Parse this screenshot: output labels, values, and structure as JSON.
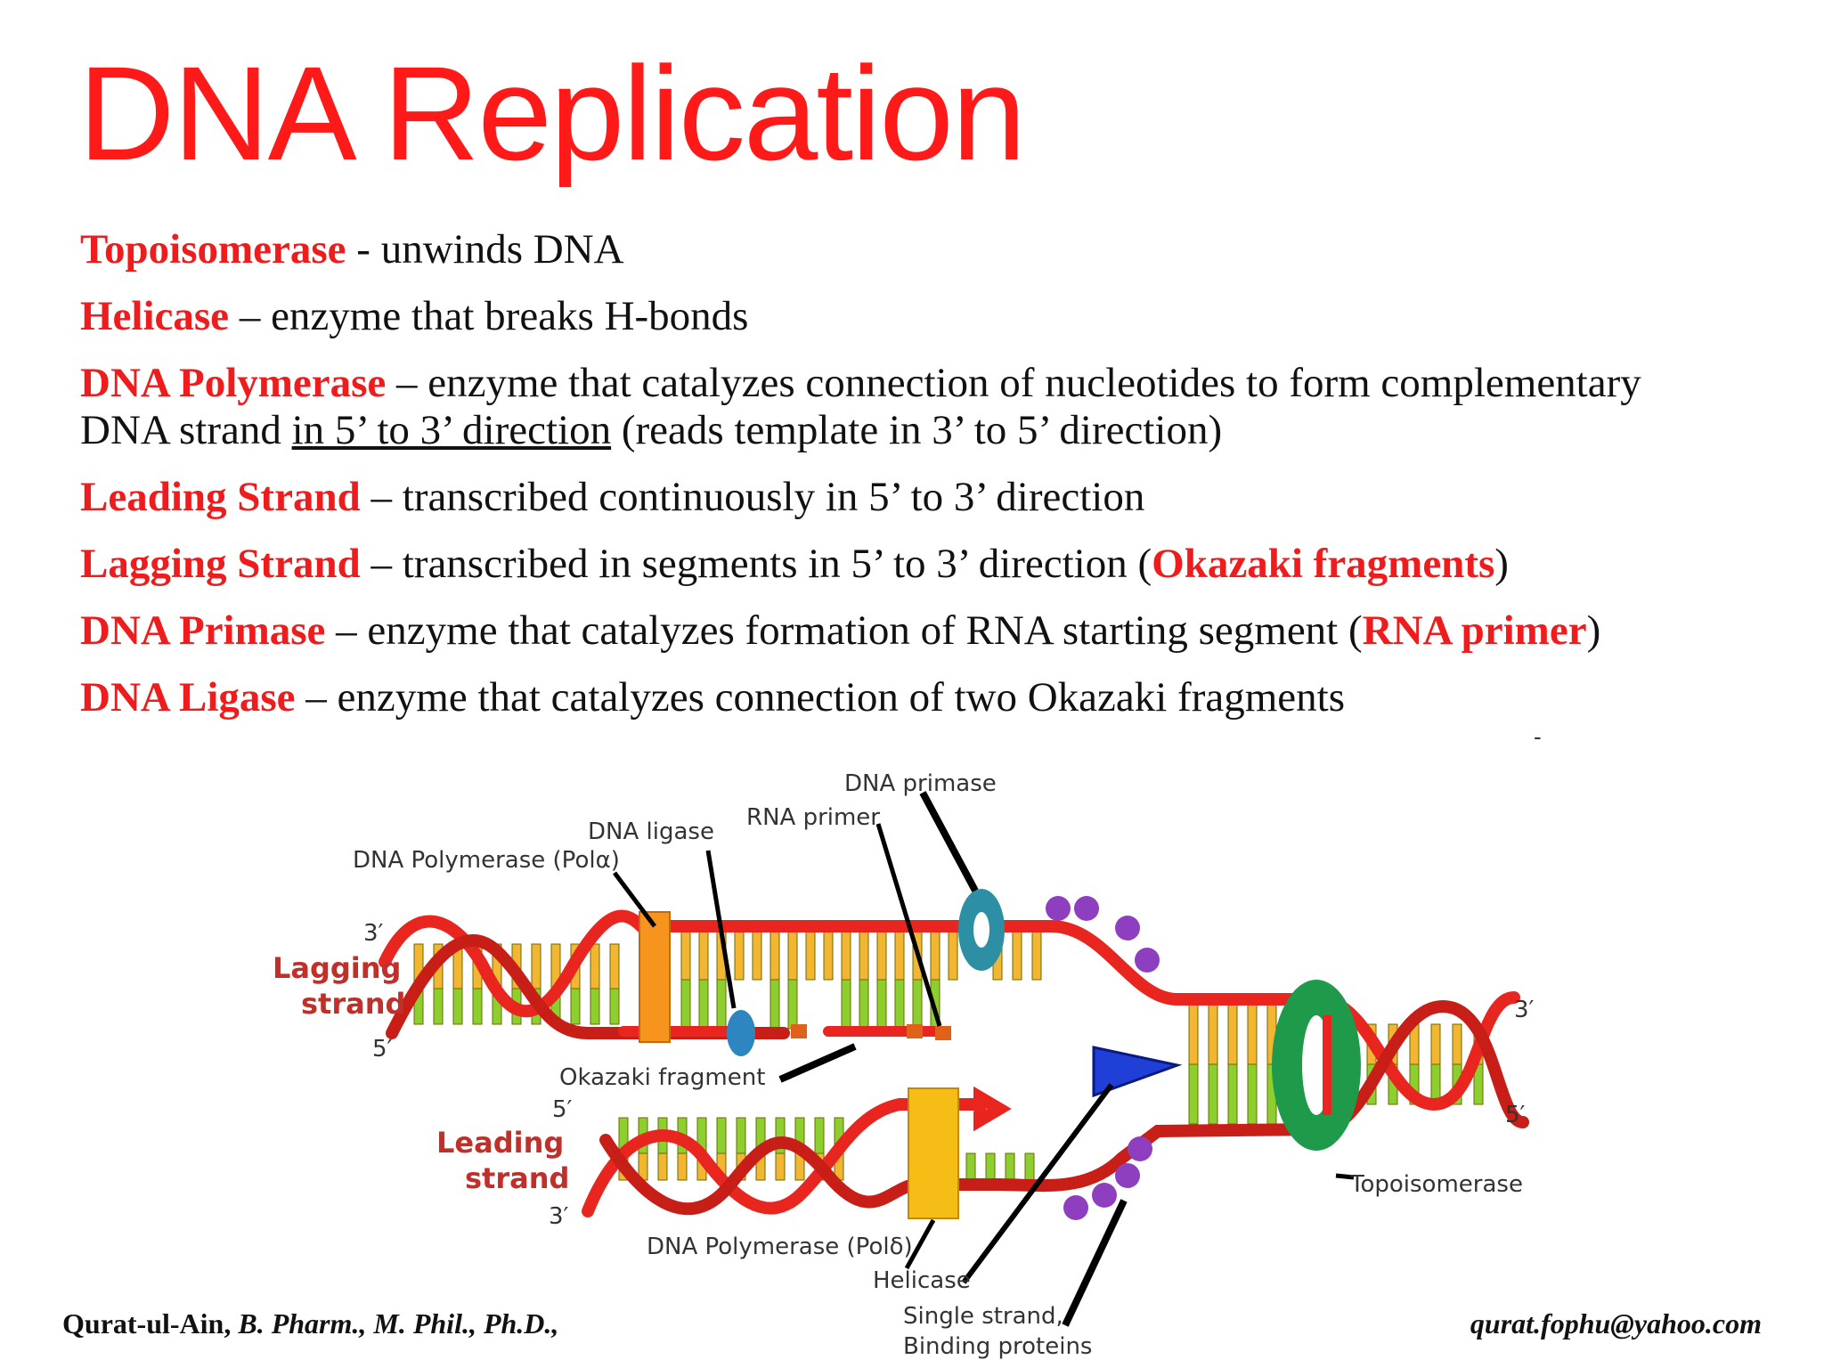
{
  "title": "DNA Replication",
  "definitions": [
    {
      "term": "Topoisomerase",
      "text": " - unwinds DNA"
    },
    {
      "term": "Helicase",
      "text": " – enzyme that breaks H-bonds"
    },
    {
      "term": "DNA Polymerase",
      "text": " – enzyme that catalyzes connection of nucleotides to form complementary",
      "line2_pre": "DNA strand ",
      "line2_u": "in 5’ to 3’ direction",
      "line2_post": " (reads template in 3’ to 5’ direction)"
    },
    {
      "term": "Leading Strand",
      "text": " – transcribed continuously in 5’ to 3’ direction"
    },
    {
      "term": "Lagging Strand",
      "text": " – transcribed in segments in 5’ to 3’ direction (",
      "term2": "Okazaki fragments",
      "text2": ")"
    },
    {
      "term": "DNA Primase",
      "text": " – enzyme that catalyzes formation of RNA starting segment (",
      "term2": "RNA primer",
      "text2": ")"
    },
    {
      "term": "DNA Ligase",
      "text": " – enzyme that catalyzes connection of two Okazaki fragments"
    }
  ],
  "stray_mark": "-",
  "diagram": {
    "labels": {
      "dna_primase": "DNA primase",
      "rna_primer": "RNA primer",
      "dna_ligase": "DNA ligase",
      "pol_alpha": "DNA Polymerase (Polα)",
      "okazaki": "Okazaki fragment",
      "pol_delta": "DNA Polymerase (Polδ)",
      "helicase": "Helicase",
      "ssb_line1": "Single strand,",
      "ssb_line2": "Binding proteins",
      "topoisomerase": "Topoisomerase",
      "lagging_line1": "Lagging",
      "lagging_line2": "strand",
      "leading_line1": "Leading",
      "leading_line2": "strand",
      "three_prime": "3′",
      "five_prime": "5′"
    },
    "colors": {
      "backbone": "#e8251f",
      "base_yellow": "#f2b632",
      "base_green": "#8ccf2e",
      "polymerase_orange": "#f7941d",
      "polymerase_yellow": "#f6bd16",
      "primase_teal": "#2d8fa3",
      "ligase_blue": "#2e86c1",
      "helicase_blue": "#1f3fd6",
      "topoisomerase_green": "#1f9a4a",
      "ssb_purple": "#8e3fbf"
    }
  },
  "footer": {
    "author": "Qurat-ul-Ain,",
    "degrees": " B. Pharm., M. Phil., Ph.D.,",
    "email": "qurat.fophu@yahoo.com"
  }
}
